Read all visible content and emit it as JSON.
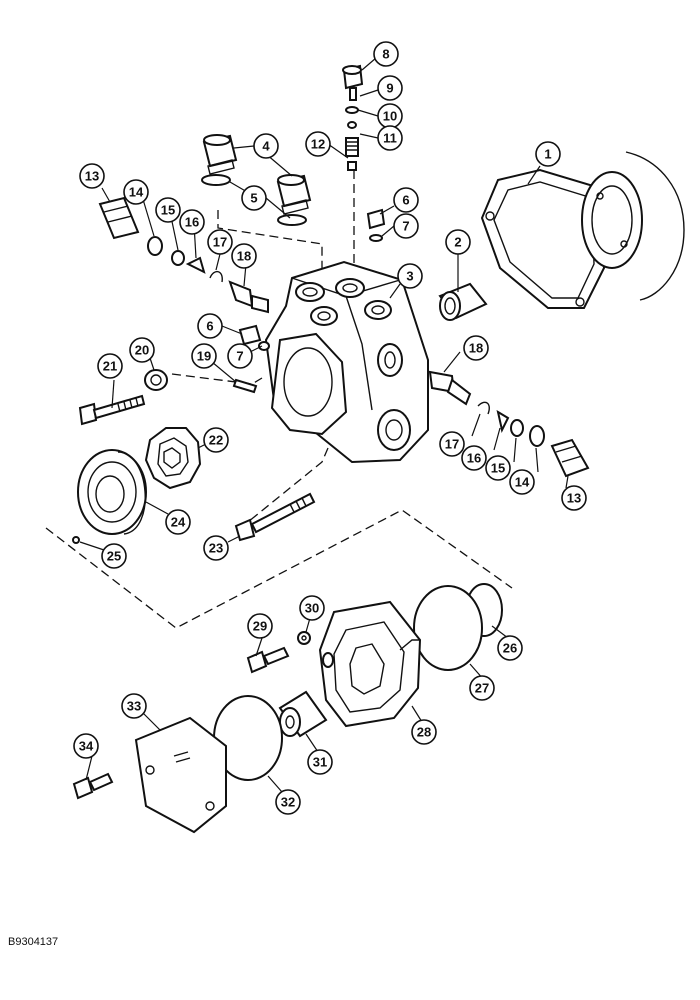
{
  "figure_id": "B9304137",
  "callouts": [
    {
      "id": "c8",
      "label": "8"
    },
    {
      "id": "c9",
      "label": "9"
    },
    {
      "id": "c10",
      "label": "10"
    },
    {
      "id": "c11",
      "label": "11"
    },
    {
      "id": "c12",
      "label": "12"
    },
    {
      "id": "c4",
      "label": "4"
    },
    {
      "id": "c5",
      "label": "5"
    },
    {
      "id": "c1",
      "label": "1"
    },
    {
      "id": "c13a",
      "label": "13"
    },
    {
      "id": "c14a",
      "label": "14"
    },
    {
      "id": "c15a",
      "label": "15"
    },
    {
      "id": "c16a",
      "label": "16"
    },
    {
      "id": "c17a",
      "label": "17"
    },
    {
      "id": "c18a",
      "label": "18"
    },
    {
      "id": "c6a",
      "label": "6"
    },
    {
      "id": "c7a",
      "label": "7"
    },
    {
      "id": "c2",
      "label": "2"
    },
    {
      "id": "c3",
      "label": "3"
    },
    {
      "id": "c6b",
      "label": "6"
    },
    {
      "id": "c7b",
      "label": "7"
    },
    {
      "id": "c21",
      "label": "21"
    },
    {
      "id": "c20",
      "label": "20"
    },
    {
      "id": "c19",
      "label": "19"
    },
    {
      "id": "c18b",
      "label": "18"
    },
    {
      "id": "c22",
      "label": "22"
    },
    {
      "id": "c17b",
      "label": "17"
    },
    {
      "id": "c16b",
      "label": "16"
    },
    {
      "id": "c15b",
      "label": "15"
    },
    {
      "id": "c14b",
      "label": "14"
    },
    {
      "id": "c13b",
      "label": "13"
    },
    {
      "id": "c24",
      "label": "24"
    },
    {
      "id": "c25",
      "label": "25"
    },
    {
      "id": "c23",
      "label": "23"
    },
    {
      "id": "c30",
      "label": "30"
    },
    {
      "id": "c29",
      "label": "29"
    },
    {
      "id": "c26",
      "label": "26"
    },
    {
      "id": "c27",
      "label": "27"
    },
    {
      "id": "c28",
      "label": "28"
    },
    {
      "id": "c33",
      "label": "33"
    },
    {
      "id": "c31",
      "label": "31"
    },
    {
      "id": "c34",
      "label": "34"
    },
    {
      "id": "c32",
      "label": "32"
    }
  ]
}
